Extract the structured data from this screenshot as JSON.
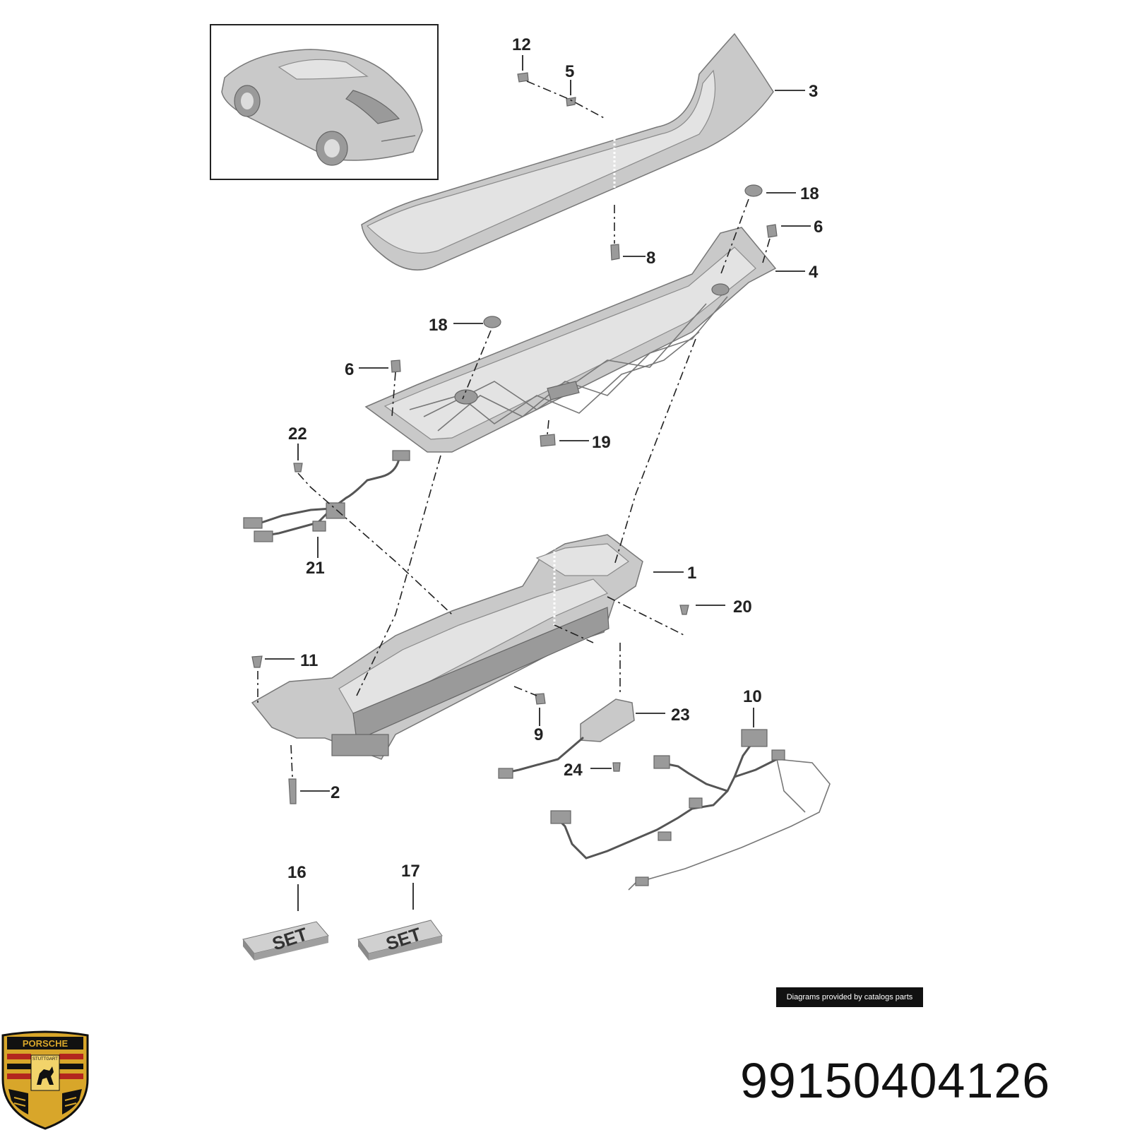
{
  "callouts": [
    {
      "id": "12",
      "label": "12"
    },
    {
      "id": "5",
      "label": "5"
    },
    {
      "id": "3",
      "label": "3"
    },
    {
      "id": "18a",
      "label": "18"
    },
    {
      "id": "6a",
      "label": "6"
    },
    {
      "id": "8",
      "label": "8"
    },
    {
      "id": "4",
      "label": "4"
    },
    {
      "id": "18b",
      "label": "18"
    },
    {
      "id": "6b",
      "label": "6"
    },
    {
      "id": "22",
      "label": "22"
    },
    {
      "id": "19",
      "label": "19"
    },
    {
      "id": "21",
      "label": "21"
    },
    {
      "id": "1",
      "label": "1"
    },
    {
      "id": "20",
      "label": "20"
    },
    {
      "id": "11",
      "label": "11"
    },
    {
      "id": "10",
      "label": "10"
    },
    {
      "id": "23",
      "label": "23"
    },
    {
      "id": "9",
      "label": "9"
    },
    {
      "id": "24",
      "label": "24"
    },
    {
      "id": "2",
      "label": "2"
    },
    {
      "id": "16",
      "label": "16"
    },
    {
      "id": "17",
      "label": "17"
    }
  ],
  "set_label": "SET",
  "credit": "Diagrams provided by catalogs parts",
  "part_number": "99150404126",
  "brand": {
    "crest_text": "PORSCHE",
    "city_text": "STUTTGART"
  },
  "colors": {
    "crest_gold": "#d8a62a",
    "crest_red": "#b3261e",
    "crest_black": "#111111"
  }
}
